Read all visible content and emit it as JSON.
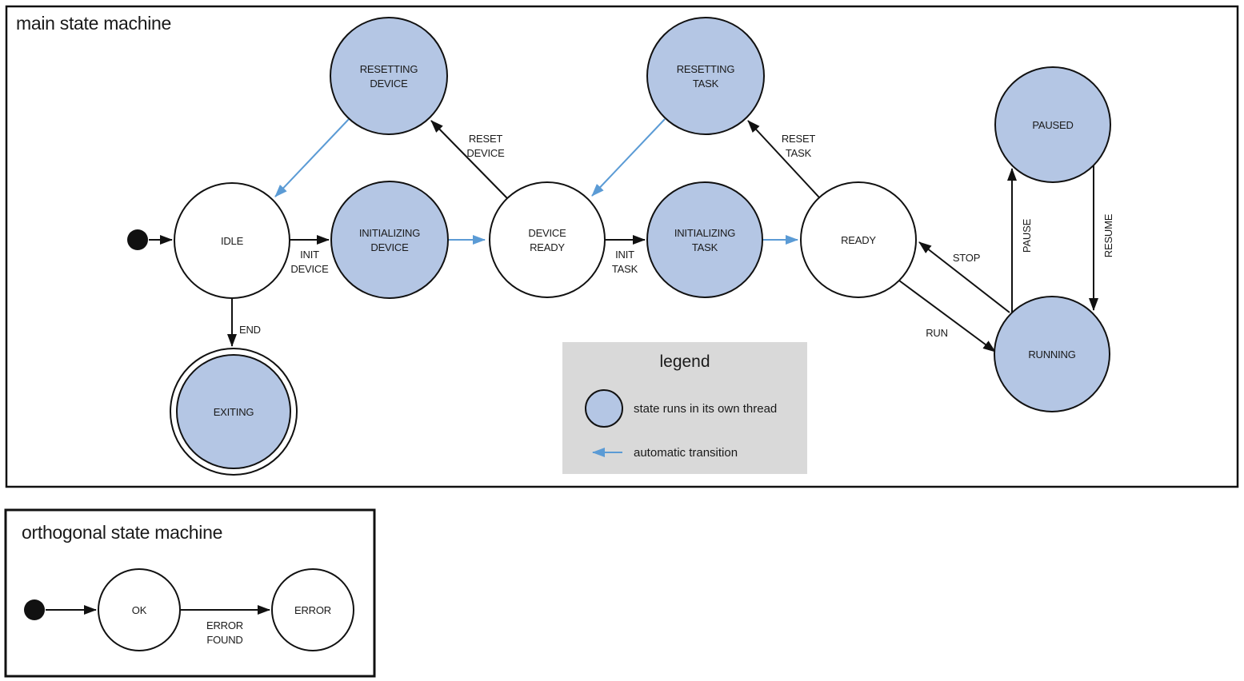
{
  "colors": {
    "thread_fill": "#b4c6e4",
    "auto_arrow": "#5b9bd5",
    "legend_bg": "#d9d9d9"
  },
  "main": {
    "title": "main state machine",
    "states": {
      "idle": {
        "label": "IDLE"
      },
      "resetting_device": {
        "line1": "RESETTING",
        "line2": "DEVICE"
      },
      "initializing_device": {
        "line1": "INITIALIZING",
        "line2": "DEVICE"
      },
      "device_ready": {
        "line1": "DEVICE",
        "line2": "READY"
      },
      "resetting_task": {
        "line1": "RESETTING",
        "line2": "TASK"
      },
      "initializing_task": {
        "line1": "INITIALIZING",
        "line2": "TASK"
      },
      "ready": {
        "label": "READY"
      },
      "paused": {
        "label": "PAUSED"
      },
      "running": {
        "label": "RUNNING"
      },
      "exiting": {
        "label": "EXITING"
      }
    },
    "transitions": {
      "init_device": {
        "line1": "INIT",
        "line2": "DEVICE"
      },
      "reset_device": {
        "line1": "RESET",
        "line2": "DEVICE"
      },
      "init_task": {
        "line1": "INIT",
        "line2": "TASK"
      },
      "reset_task": {
        "line1": "RESET",
        "line2": "TASK"
      },
      "end": {
        "label": "END"
      },
      "stop": {
        "label": "STOP"
      },
      "run": {
        "label": "RUN"
      },
      "pause": {
        "label": "PAUSE"
      },
      "resume": {
        "label": "RESUME"
      }
    }
  },
  "legend": {
    "title": "legend",
    "thread_item": "state runs in its own thread",
    "auto_item": "automatic transition"
  },
  "orthogonal": {
    "title": "orthogonal state machine",
    "states": {
      "ok": {
        "label": "OK"
      },
      "error": {
        "label": "ERROR"
      }
    },
    "transitions": {
      "error_found": {
        "line1": "ERROR",
        "line2": "FOUND"
      }
    }
  }
}
